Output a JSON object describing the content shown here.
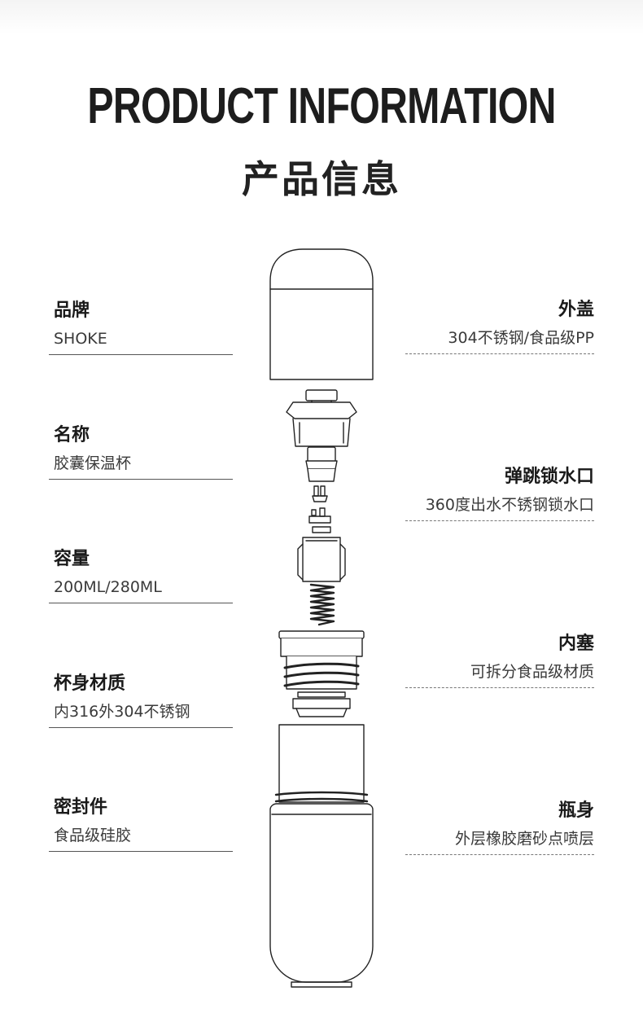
{
  "header": {
    "title_en": "PRODUCT INFORMATION",
    "title_cn": "产品信息"
  },
  "left_specs": [
    {
      "label": "品牌",
      "value": "SHOKE"
    },
    {
      "label": "名称",
      "value": "胶囊保温杯"
    },
    {
      "label": "容量",
      "value": "200ML/280ML"
    },
    {
      "label": "杯身材质",
      "value": "内316外304不锈钢"
    },
    {
      "label": "密封件",
      "value": "食品级硅胶"
    }
  ],
  "right_parts": [
    {
      "label": "外盖",
      "value": "304不锈钢/食品级PP"
    },
    {
      "label": "弹跳锁水口",
      "value": "360度出水不锈钢锁水口"
    },
    {
      "label": "内塞",
      "value": "可拆分食品级材质"
    },
    {
      "label": "瓶身",
      "value": "外层橡胶磨砂点喷层"
    }
  ]
}
